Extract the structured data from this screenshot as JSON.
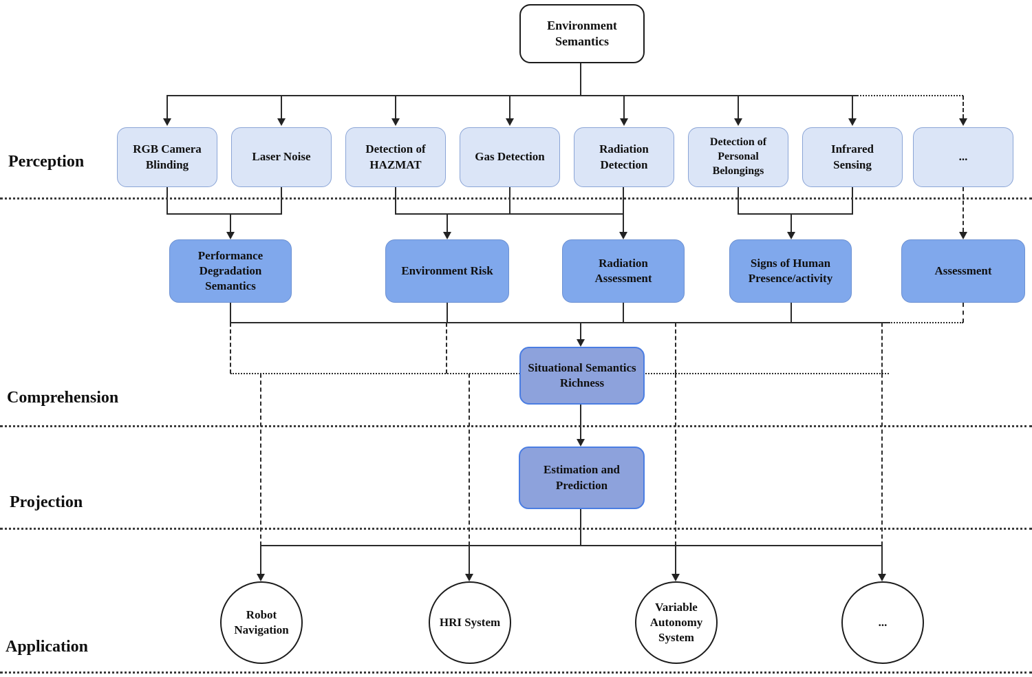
{
  "figure": {
    "title": "Environment semantics situational-awareness hierarchy",
    "levels": {
      "perception": "Perception",
      "comprehension": "Comprehension",
      "projection": "Projection",
      "application": "Application"
    },
    "root": {
      "label": "Environment Semantics"
    },
    "perception_row": [
      {
        "label": "RGB Camera Blinding"
      },
      {
        "label": "Laser Noise"
      },
      {
        "label": "Detection of HAZMAT"
      },
      {
        "label": "Gas Detection"
      },
      {
        "label": "Radiation Detection"
      },
      {
        "label": "Detection of Personal Belongings"
      },
      {
        "label": "Infrared Sensing"
      },
      {
        "label": "..."
      }
    ],
    "comprehension_row": [
      {
        "label": "Performance Degradation Semantics"
      },
      {
        "label": "Environment Risk"
      },
      {
        "label": "Radiation Assessment"
      },
      {
        "label": "Signs of Human Presence/activity"
      },
      {
        "label": "Assessment"
      }
    ],
    "situational": {
      "label": "Situational Semantics Richness"
    },
    "estimation": {
      "label": "Estimation and Prediction"
    },
    "application_row": [
      {
        "label": "Robot Navigation"
      },
      {
        "label": "HRI System"
      },
      {
        "label": "Variable Autonomy System"
      },
      {
        "label": "..."
      }
    ],
    "colors": {
      "perception_fill": "#dbe5f7",
      "perception_border": "#8aa4d6",
      "assessment_fill": "#80a8ec",
      "assessment_border": "#6b90d2",
      "core_fill": "#8da2dc",
      "core_border": "#4a7de2",
      "line": "#2a2a2a"
    }
  }
}
